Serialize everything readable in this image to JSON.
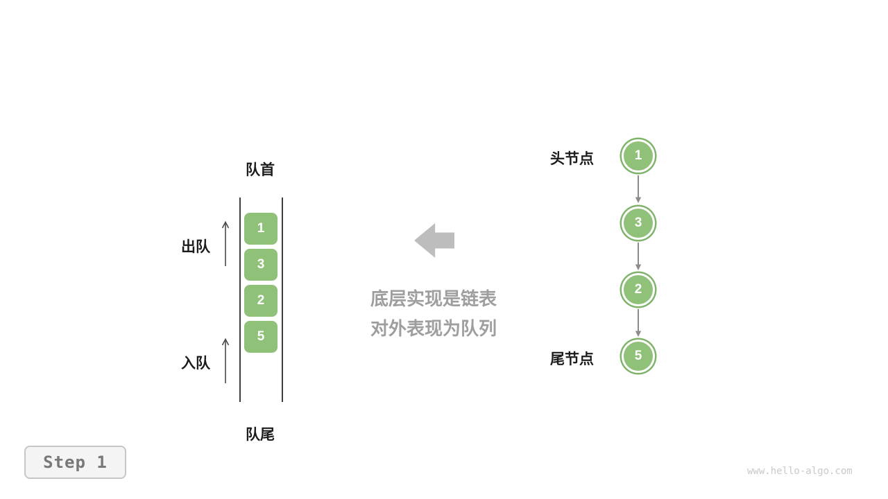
{
  "queue": {
    "front_label": "队首",
    "rear_label": "队尾",
    "dequeue_label": "出队",
    "enqueue_label": "入队",
    "items": [
      "1",
      "3",
      "2",
      "5"
    ]
  },
  "caption": {
    "line1": "底层实现是链表",
    "line2": "对外表现为队列"
  },
  "linked_list": {
    "head_label": "头节点",
    "tail_label": "尾节点",
    "nodes": [
      "1",
      "3",
      "2",
      "5"
    ]
  },
  "step_label": "Step 1",
  "watermark": "www.hello-algo.com",
  "colors": {
    "node_green": "#90C178",
    "node_ring_green": "#7FB36A",
    "big_arrow_gray": "#BDBDBD",
    "caption_gray": "#9E9E9E",
    "wall_line_dark": "#3d3d3d",
    "link_arrow_gray": "#8C8C8C",
    "small_arrow_dark": "#4a4a4a",
    "badge_border_gray": "#C6C6C6",
    "badge_text_gray": "#787878"
  }
}
